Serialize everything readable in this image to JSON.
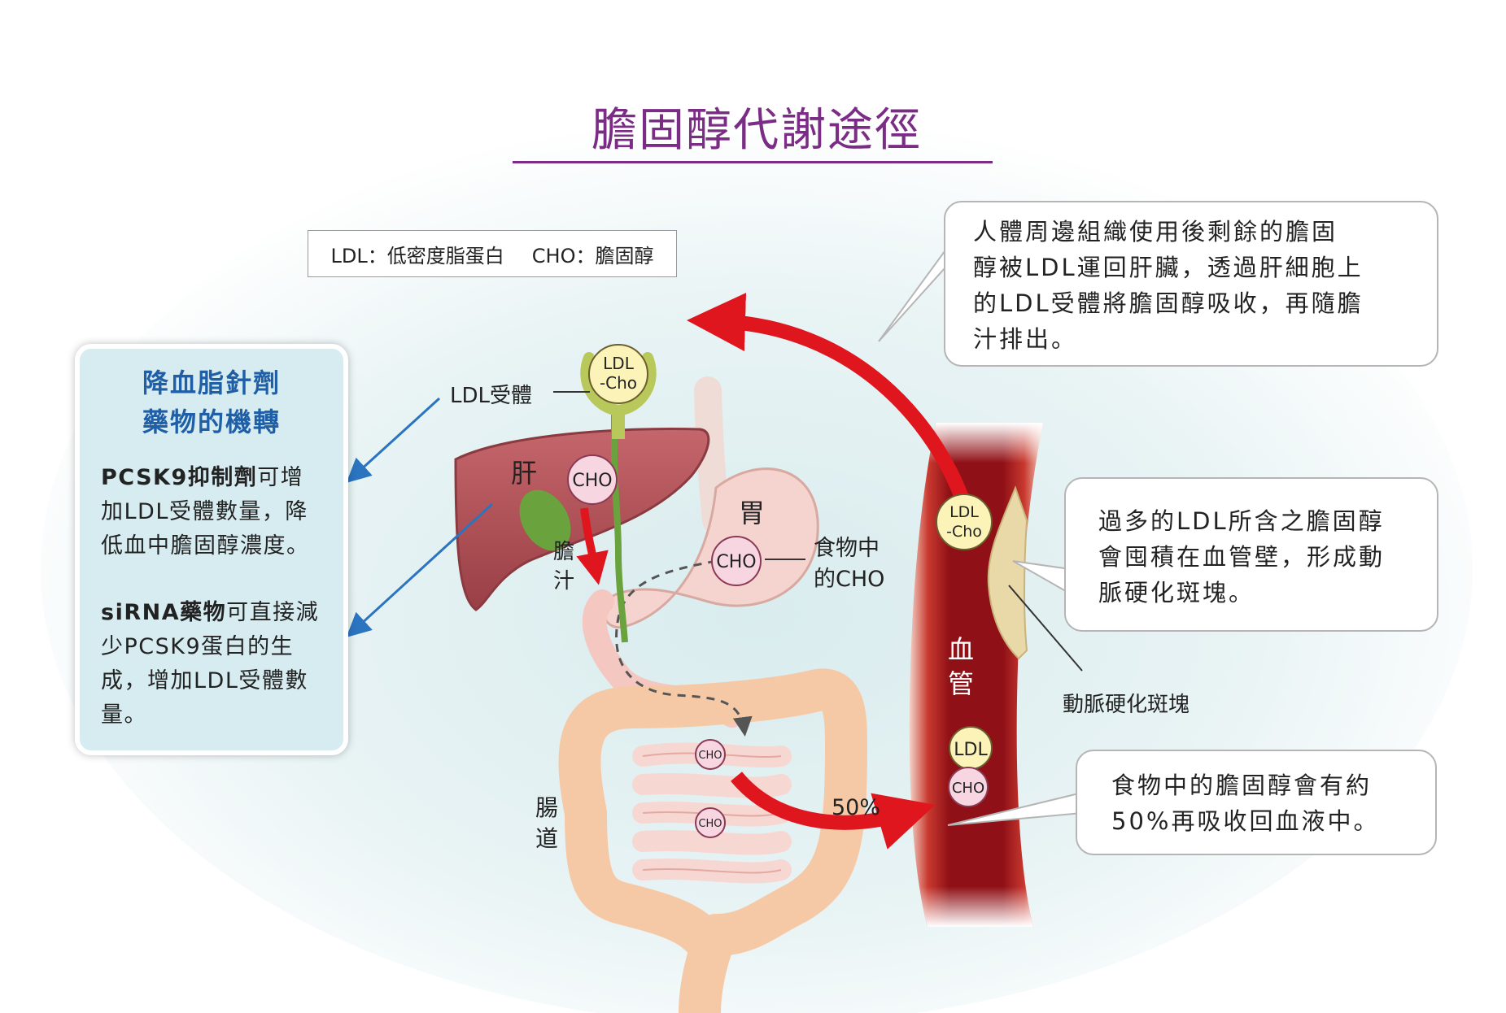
{
  "title": "膽固醇代謝途徑",
  "legend": {
    "ldl": "LDL：低密度脂蛋白",
    "cho": "CHO：膽固醇"
  },
  "callouts": {
    "top_right": [
      "人體周邊組織使用後剩餘的膽固",
      "醇被LDL運回肝臟，透過肝細胞上",
      "的LDL受體將膽固醇吸收，再隨膽",
      "汁排出。"
    ],
    "middle_right": [
      "過多的LDL所含之膽固醇",
      "會囤積在血管壁，形成動",
      "脈硬化斑塊。"
    ],
    "bottom_right": [
      "食物中的膽固醇會有約",
      "50%再吸收回血液中。"
    ]
  },
  "mechanism": {
    "title_1": "降血脂針劑",
    "title_2": "藥物的機轉",
    "pcsk9_bold": "PCSK9抑制劑",
    "pcsk9_text": "可增加LDL受體數量，降低血中膽固醇濃度。",
    "sirna_bold": "siRNA藥物",
    "sirna_text": "可直接減少PCSK9蛋白的生成，增加LDL受體數量。"
  },
  "labels": {
    "ldl_receptor": "LDL受體",
    "liver": "肝",
    "stomach": "胃",
    "food_cho_1": "食物中",
    "food_cho_2": "的CHO",
    "bile_1": "膽",
    "bile_2": "汁",
    "intestine_1": "腸",
    "intestine_2": "道",
    "vessel_1": "血",
    "vessel_2": "管",
    "plaque": "動脈硬化斑塊",
    "percent": "50%"
  },
  "tokens": {
    "ldl_cho_1": "LDL",
    "ldl_cho_2": "-Cho",
    "cho": "CHO",
    "ldl": "LDL"
  },
  "colors": {
    "title": "#7b2d86",
    "mechanism_title": "#1f5fa8",
    "arrow_red": "#e0161e",
    "vessel": "#9b1218",
    "liver": "#b5545a",
    "gallbladder": "#6aa33d",
    "intestine": "#f6c9a6",
    "stomach": "#f5d4cf",
    "cho_circle": "#f7d6e2",
    "ldl_circle": "#fbf3b8",
    "blue_arrow": "#2a74c0"
  }
}
